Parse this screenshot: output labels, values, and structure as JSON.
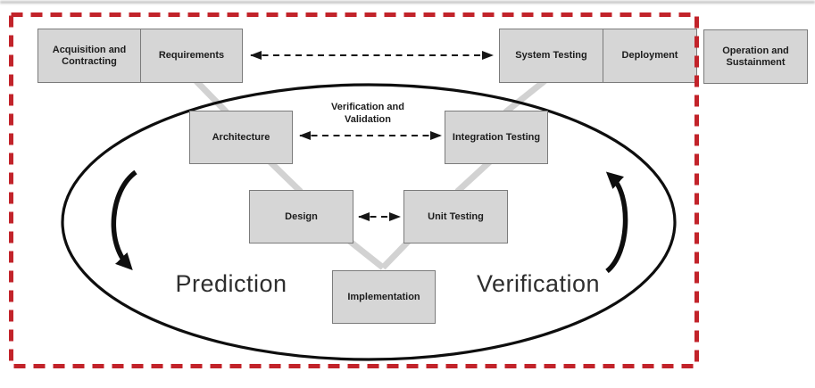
{
  "nodes": [
    {
      "id": "acquisition",
      "label": "Acquisition and Contracting"
    },
    {
      "id": "requirements",
      "label": "Requirements"
    },
    {
      "id": "system_testing",
      "label": "System Testing"
    },
    {
      "id": "deployment",
      "label": "Deployment"
    },
    {
      "id": "operation",
      "label": "Operation and Sustainment"
    },
    {
      "id": "architecture",
      "label": "Architecture"
    },
    {
      "id": "integration_testing",
      "label": "Integration Testing"
    },
    {
      "id": "design",
      "label": "Design"
    },
    {
      "id": "unit_testing",
      "label": "Unit Testing"
    },
    {
      "id": "implementation",
      "label": "Implementation"
    }
  ],
  "annotations": {
    "vv_line1": "Verification and",
    "vv_line2": "Validation",
    "prediction": "Prediction",
    "verification": "Verification"
  },
  "colors": {
    "box_fill": "#d6d6d6",
    "box_border": "#7b7b7b",
    "boundary_red": "#c2232a",
    "connector_gray": "#d2d2d2",
    "line_black": "#111111"
  }
}
